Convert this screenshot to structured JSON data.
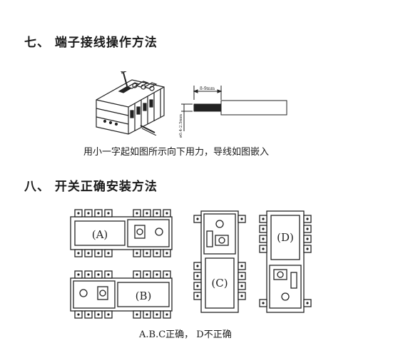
{
  "section7": {
    "title": "七、 端子接线操作方法",
    "strip_length_label": "8-9mm",
    "wire_diameter_label": "ø0.4-2.5mm",
    "caption": "用小一字起如图所示向下用力，导线如图嵌入"
  },
  "section8": {
    "title": "八、  开关正确安装方法",
    "labels": {
      "a": "(A)",
      "b": "(B)",
      "c": "(C)",
      "d": "(D)"
    },
    "caption": "A.B.C正确，  D不正确"
  }
}
